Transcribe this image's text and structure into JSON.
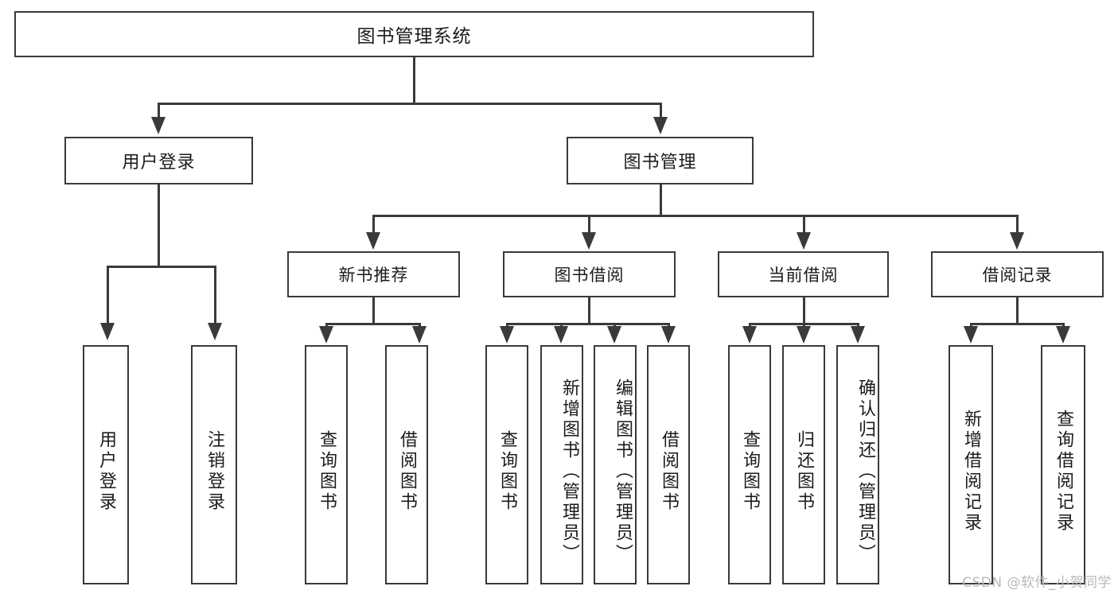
{
  "diagram": {
    "title": "图书管理系统",
    "watermark": "CSDN @软件_小贺同学",
    "root": {
      "label": "图书管理系统"
    },
    "level1": [
      {
        "id": "user-login",
        "label": "用户登录"
      },
      {
        "id": "book-manage",
        "label": "图书管理"
      }
    ],
    "level2": [
      {
        "id": "new-book-recommend",
        "label": "新书推荐"
      },
      {
        "id": "book-borrow",
        "label": "图书借阅"
      },
      {
        "id": "current-borrow",
        "label": "当前借阅"
      },
      {
        "id": "borrow-record",
        "label": "借阅记录"
      }
    ],
    "leaves": {
      "user_login": [
        {
          "id": "leaf-user-login",
          "label": "用户登录"
        },
        {
          "id": "leaf-logout-login",
          "label": "注销登录"
        }
      ],
      "new_book_recommend": [
        {
          "id": "leaf-query-book-1",
          "label": "查询图书"
        },
        {
          "id": "leaf-borrow-book-1",
          "label": "借阅图书"
        }
      ],
      "book_borrow": [
        {
          "id": "leaf-query-book-2",
          "label": "查询图书"
        },
        {
          "id": "leaf-add-book",
          "label": "新增图书（管理员）"
        },
        {
          "id": "leaf-edit-book",
          "label": "编辑图书（管理员）"
        },
        {
          "id": "leaf-borrow-book-2",
          "label": "借阅图书"
        }
      ],
      "current_borrow": [
        {
          "id": "leaf-query-book-3",
          "label": "查询图书"
        },
        {
          "id": "leaf-return-book",
          "label": "归还图书"
        },
        {
          "id": "leaf-confirm-return",
          "label": "确认归还（管理员）"
        }
      ],
      "borrow_record": [
        {
          "id": "leaf-add-borrow-record",
          "label": "新增借阅记录"
        },
        {
          "id": "leaf-query-borrow-record",
          "label": "查询借阅记录"
        }
      ]
    },
    "colors": {
      "stroke": "#3a3a3a",
      "background": "#ffffff",
      "text": "#1b1b1b",
      "watermark": "#b9b9b9"
    }
  }
}
